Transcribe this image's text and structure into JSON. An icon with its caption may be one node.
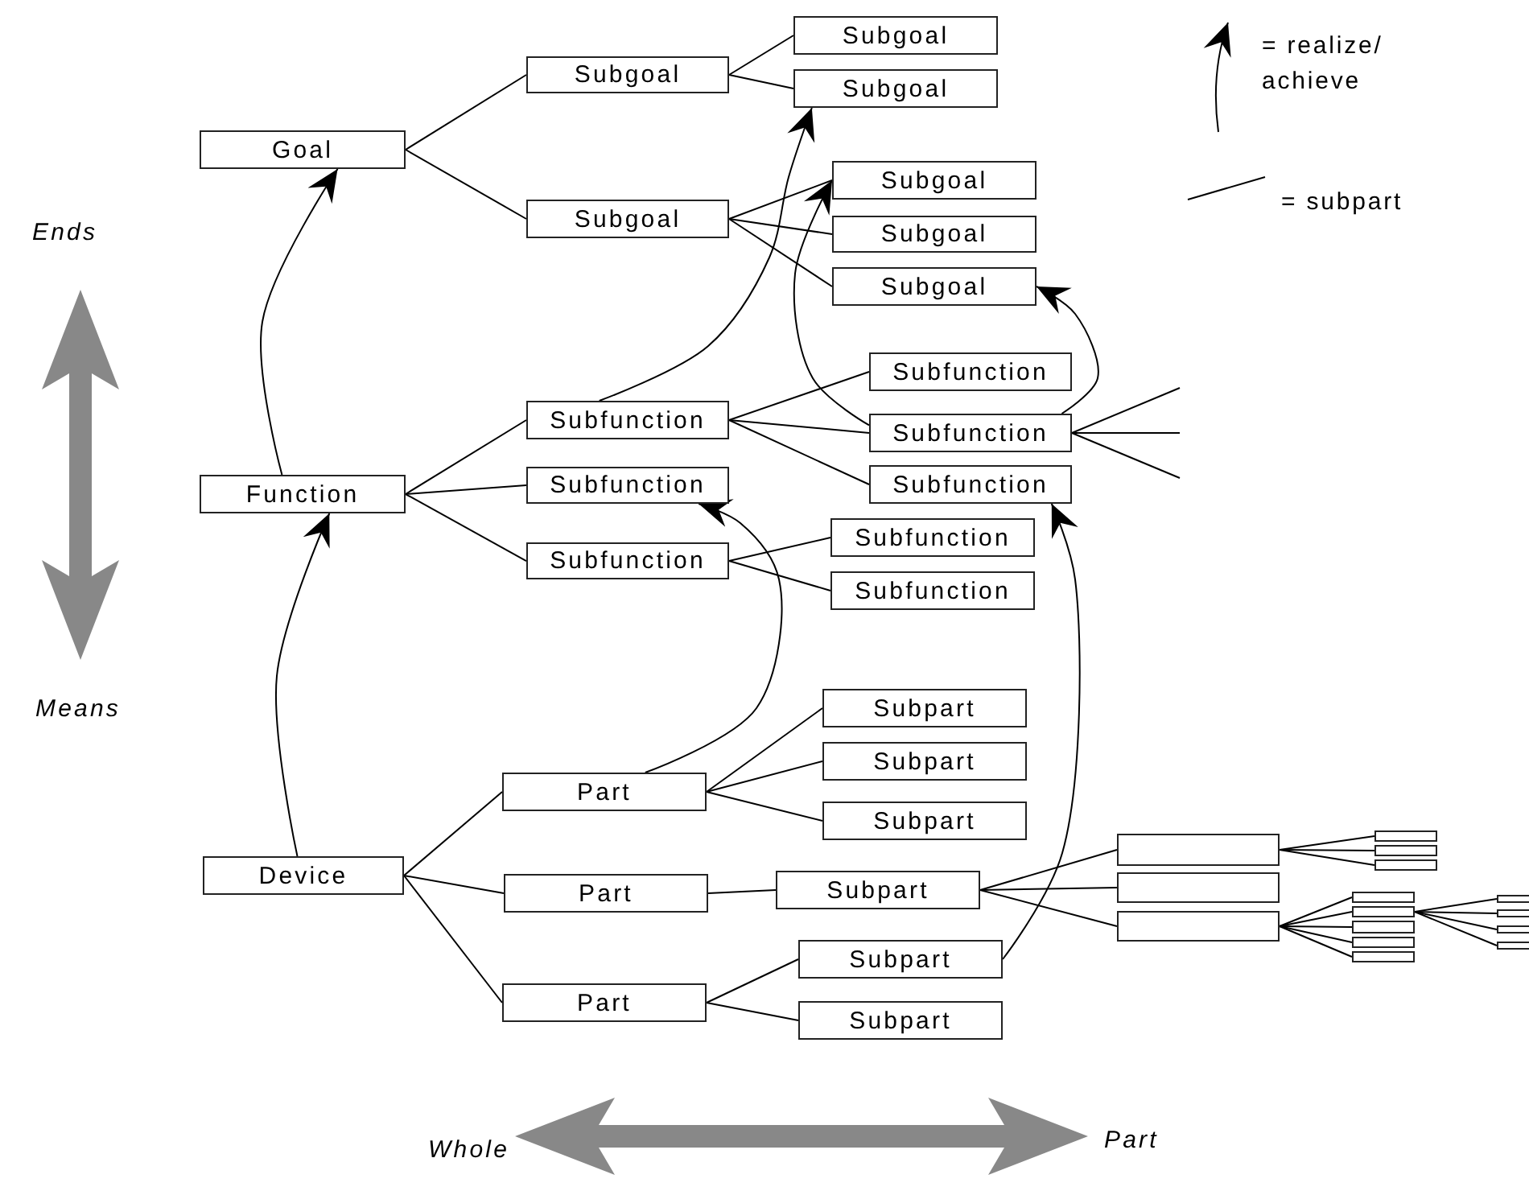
{
  "diagram": {
    "nodes": [
      {
        "text": [
          "Goal"
        ]
      },
      {
        "text": [
          "Subgoal"
        ]
      },
      {
        "text": [
          "Subgoal"
        ]
      },
      {
        "text": [
          "Subgoal"
        ]
      },
      {
        "text": [
          "Subgoal"
        ]
      },
      {
        "text": [
          "Subgoal"
        ]
      },
      {
        "text": [
          "Subgoal"
        ]
      },
      {
        "text": [
          "Subgoal"
        ]
      },
      {
        "text": [
          "Function"
        ]
      },
      {
        "text": [
          "Subfunction"
        ]
      },
      {
        "text": [
          "Subfunction"
        ]
      },
      {
        "text": [
          "Subfunction"
        ]
      },
      {
        "text": [
          "Subfunction"
        ]
      },
      {
        "text": [
          "Subfunction"
        ]
      },
      {
        "text": [
          "Subfunction"
        ]
      },
      {
        "text": [
          "Subfunction"
        ]
      },
      {
        "text": [
          "Subfunction"
        ]
      },
      {
        "text": [
          "Device"
        ]
      },
      {
        "text": [
          "Part"
        ]
      },
      {
        "text": [
          "Part"
        ]
      },
      {
        "text": [
          "Part"
        ]
      },
      {
        "text": [
          "Subpart"
        ]
      },
      {
        "text": [
          "Subpart"
        ]
      },
      {
        "text": [
          "Subpart"
        ]
      },
      {
        "text": [
          "Subpart"
        ]
      },
      {
        "text": [
          "Subpart"
        ]
      },
      {
        "text": [
          "Subpart"
        ]
      },
      {
        "text": [],
        "shape": "box"
      },
      {
        "text": [],
        "shape": "box"
      },
      {
        "text": [],
        "shape": "box"
      },
      {
        "text": [],
        "shape": "box"
      },
      {
        "text": [],
        "shape": "box"
      },
      {
        "text": [],
        "shape": "box"
      },
      {
        "text": [],
        "shape": "box"
      },
      {
        "text": [],
        "shape": "box"
      },
      {
        "text": [],
        "shape": "box"
      },
      {
        "text": [],
        "shape": "box"
      },
      {
        "text": [],
        "shape": "box"
      },
      {
        "text": [],
        "shape": "box"
      },
      {
        "text": [],
        "shape": "box"
      },
      {
        "text": [],
        "shape": "box"
      },
      {
        "text": [],
        "shape": "box"
      }
    ],
    "edges": [
      {
        "from": 0,
        "to": 1,
        "arrow": "none"
      },
      {
        "from": 0,
        "to": 4,
        "arrow": "none"
      },
      {
        "from": 1,
        "to": 2,
        "arrow": "none"
      },
      {
        "from": 1,
        "to": 3,
        "arrow": "none"
      },
      {
        "from": 4,
        "to": 5,
        "arrow": "none"
      },
      {
        "from": 4,
        "to": 6,
        "arrow": "none"
      },
      {
        "from": 4,
        "to": 7,
        "arrow": "none"
      },
      {
        "from": 8,
        "to": 9,
        "arrow": "none"
      },
      {
        "from": 8,
        "to": 13,
        "arrow": "none"
      },
      {
        "from": 8,
        "to": 14,
        "arrow": "none"
      },
      {
        "from": 9,
        "to": 10,
        "arrow": "none"
      },
      {
        "from": 9,
        "to": 11,
        "arrow": "none"
      },
      {
        "from": 9,
        "to": 12,
        "arrow": "none"
      },
      {
        "from": 11,
        "to": null,
        "arrow": "none"
      },
      {
        "from": 11,
        "to": null,
        "arrow": "none"
      },
      {
        "from": 11,
        "to": null,
        "arrow": "none"
      },
      {
        "from": 14,
        "to": 15,
        "arrow": "none"
      },
      {
        "from": 14,
        "to": 16,
        "arrow": "none"
      },
      {
        "from": 17,
        "to": 18,
        "arrow": "none"
      },
      {
        "from": 17,
        "to": 19,
        "arrow": "none"
      },
      {
        "from": 17,
        "to": 20,
        "arrow": "none"
      },
      {
        "from": 18,
        "to": 21,
        "arrow": "none"
      },
      {
        "from": 18,
        "to": 22,
        "arrow": "none"
      },
      {
        "from": 18,
        "to": 23,
        "arrow": "none"
      },
      {
        "from": 19,
        "to": 24,
        "arrow": "none"
      },
      {
        "from": 20,
        "to": 25,
        "arrow": "none"
      },
      {
        "from": 20,
        "to": 26,
        "arrow": "none"
      },
      {
        "from": 24,
        "to": 27,
        "arrow": "none"
      },
      {
        "from": 24,
        "to": 28,
        "arrow": "none"
      },
      {
        "from": 24,
        "to": 29,
        "arrow": "none"
      },
      {
        "from": 27,
        "to": 30,
        "arrow": "none"
      },
      {
        "from": 27,
        "to": 31,
        "arrow": "none"
      },
      {
        "from": 27,
        "to": 32,
        "arrow": "none"
      },
      {
        "from": 29,
        "to": 33,
        "arrow": "none"
      },
      {
        "from": 29,
        "to": 34,
        "arrow": "none"
      },
      {
        "from": 29,
        "to": 35,
        "arrow": "none"
      },
      {
        "from": 29,
        "to": 36,
        "arrow": "none"
      },
      {
        "from": 29,
        "to": 37,
        "arrow": "none"
      },
      {
        "from": 34,
        "to": 38,
        "arrow": "none"
      },
      {
        "from": 34,
        "to": 39,
        "arrow": "none"
      },
      {
        "from": 34,
        "to": 40,
        "arrow": "none"
      },
      {
        "from": 34,
        "to": 41,
        "arrow": "none"
      },
      {
        "from": 8,
        "to": 0,
        "arrow": "to"
      },
      {
        "from": 17,
        "to": 8,
        "arrow": "to"
      },
      {
        "from": 9,
        "to": 3,
        "arrow": "to"
      },
      {
        "from": 18,
        "to": 13,
        "arrow": "to"
      },
      {
        "from": 11,
        "to": 5,
        "arrow": "to"
      },
      {
        "from": 11,
        "to": 7,
        "arrow": "to"
      },
      {
        "from": 25,
        "to": 12,
        "arrow": "to"
      }
    ],
    "labels": [
      "Ends",
      "Means",
      "Whole",
      "Part"
    ],
    "legend": [
      {
        "text": "= realize/ achieve"
      },
      {
        "text": "= subpart"
      }
    ]
  }
}
